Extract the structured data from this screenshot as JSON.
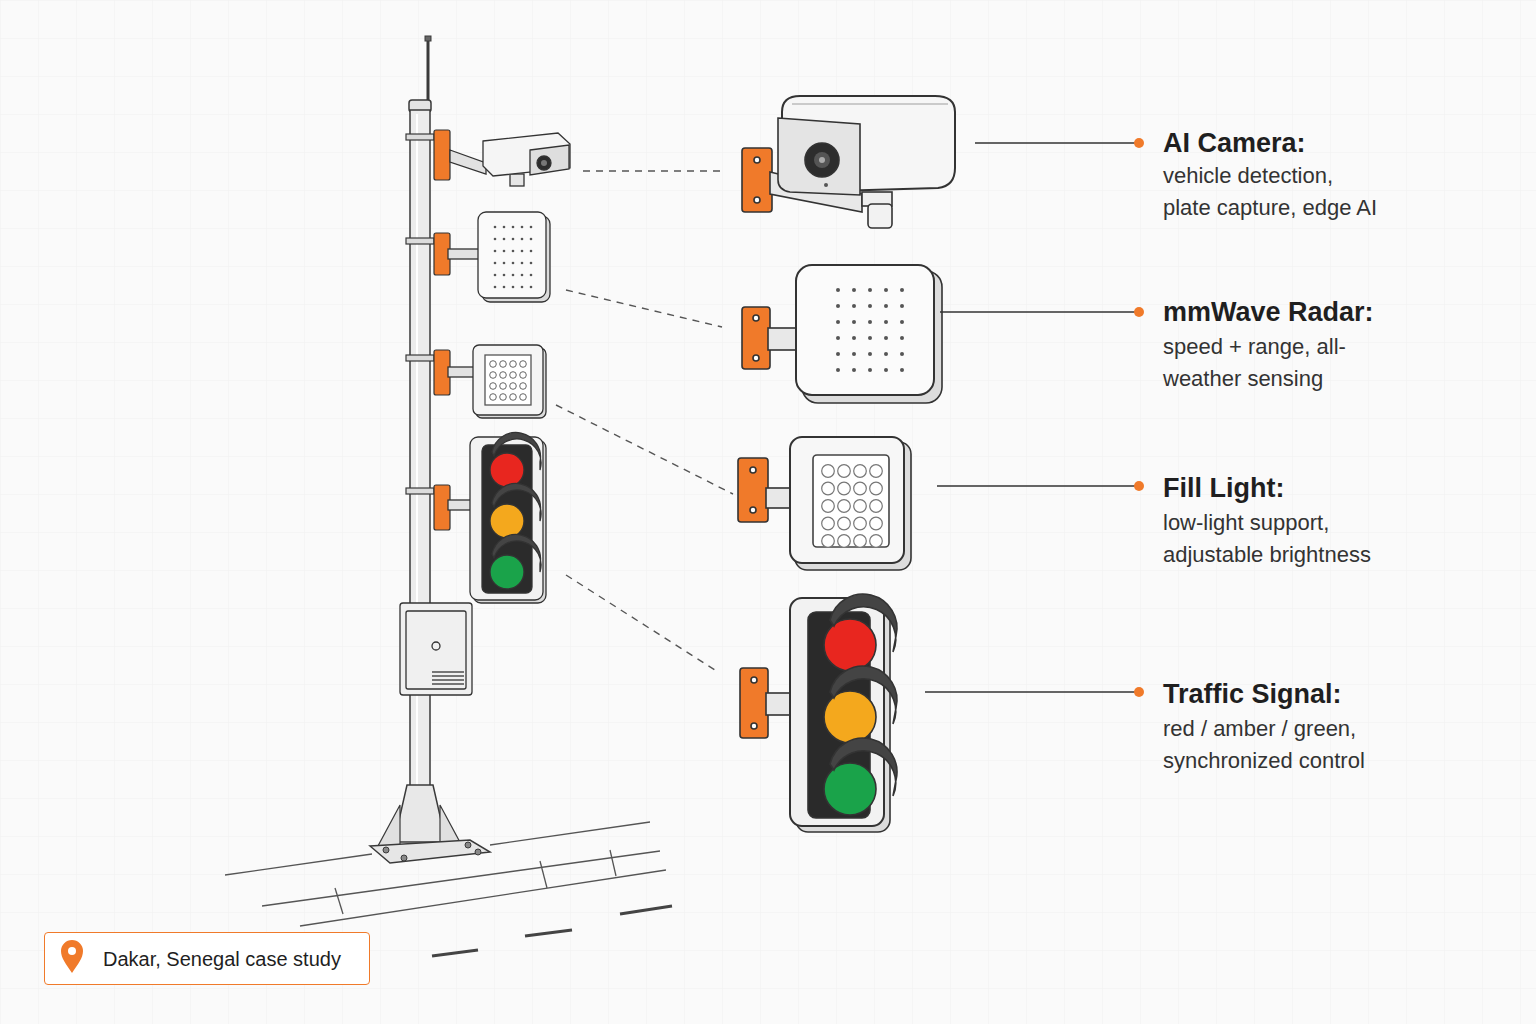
{
  "diagram": {
    "nodes": [
      {
        "text": [
          "Dakar, Senegal case study"
        ]
      }
    ],
    "labels": [
      "AI Camera:",
      "vehicle detection, plate capture, edge AI",
      "mmWave Radar:",
      "speed + range, all-weather sensing",
      "Fill Light:",
      "low-light support, adjustable brightness",
      "Traffic Signal:",
      "red / amber / green, synchronized control"
    ]
  }
}
